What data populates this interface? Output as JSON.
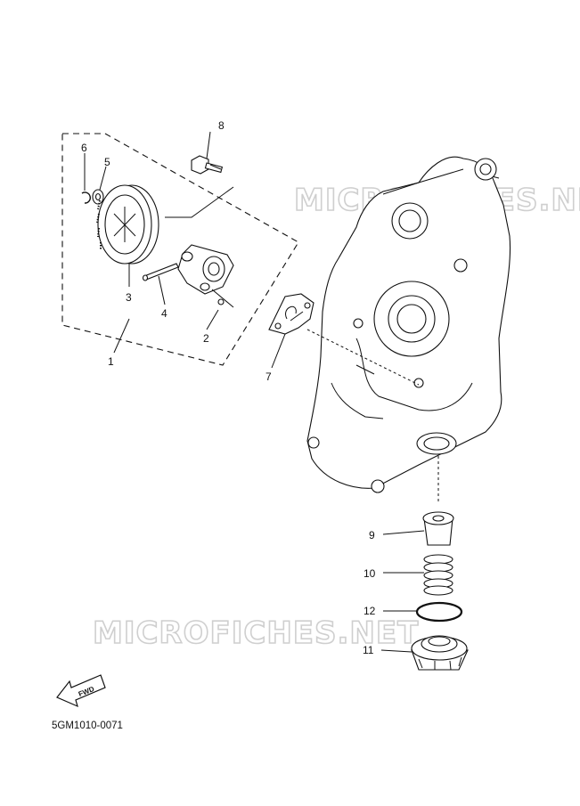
{
  "diagram": {
    "part_code": "5GM1010-0071",
    "fwd_label": "FWD",
    "watermark": "MICROFICHES.NET",
    "callouts": [
      {
        "id": "c1",
        "label": "1"
      },
      {
        "id": "c2",
        "label": "2"
      },
      {
        "id": "c3",
        "label": "3"
      },
      {
        "id": "c4",
        "label": "4"
      },
      {
        "id": "c5",
        "label": "5"
      },
      {
        "id": "c6",
        "label": "6"
      },
      {
        "id": "c7",
        "label": "7"
      },
      {
        "id": "c8",
        "label": "8"
      },
      {
        "id": "c9",
        "label": "9"
      },
      {
        "id": "c10",
        "label": "10"
      },
      {
        "id": "c11",
        "label": "11"
      },
      {
        "id": "c12",
        "label": "12"
      }
    ]
  }
}
